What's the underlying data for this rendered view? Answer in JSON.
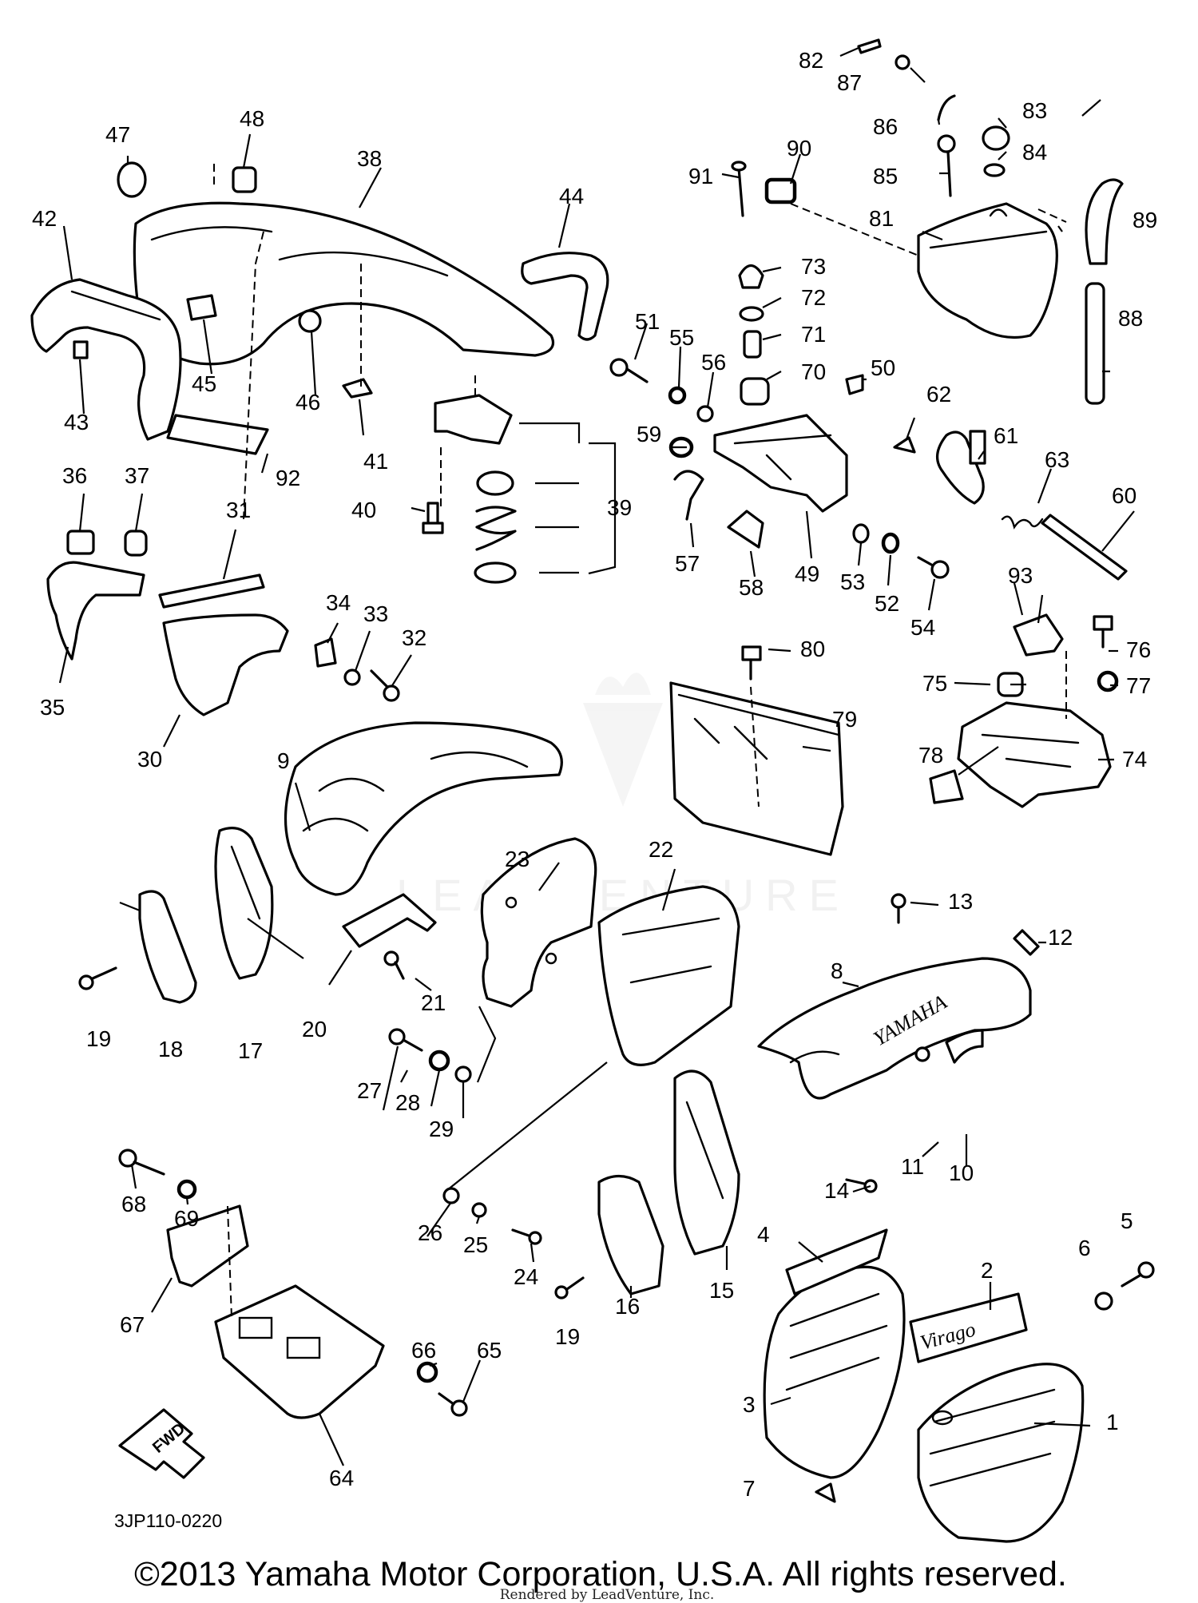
{
  "diagram_code": "3JP110-0220",
  "copyright": "©2013 Yamaha Motor Corporation, U.S.A. All rights reserved.",
  "rendered_by": "Rendered by LeadVenture, Inc.",
  "watermark": "LEADVENTURE",
  "fwd_label": "FWD",
  "embossed_brand": "YAMAHA",
  "emblem_text": "Virago",
  "callouts": [
    {
      "id": "c1",
      "label": "1"
    },
    {
      "id": "c2",
      "label": "2"
    },
    {
      "id": "c3",
      "label": "3"
    },
    {
      "id": "c4",
      "label": "4"
    },
    {
      "id": "c5",
      "label": "5"
    },
    {
      "id": "c6",
      "label": "6"
    },
    {
      "id": "c7",
      "label": "7"
    },
    {
      "id": "c8",
      "label": "8"
    },
    {
      "id": "c9",
      "label": "9"
    },
    {
      "id": "c10",
      "label": "10"
    },
    {
      "id": "c11",
      "label": "11"
    },
    {
      "id": "c12",
      "label": "12"
    },
    {
      "id": "c13",
      "label": "13"
    },
    {
      "id": "c14",
      "label": "14"
    },
    {
      "id": "c15",
      "label": "15"
    },
    {
      "id": "c16",
      "label": "16"
    },
    {
      "id": "c17",
      "label": "17"
    },
    {
      "id": "c18",
      "label": "18"
    },
    {
      "id": "c19a",
      "label": "19"
    },
    {
      "id": "c19b",
      "label": "19"
    },
    {
      "id": "c20",
      "label": "20"
    },
    {
      "id": "c21",
      "label": "21"
    },
    {
      "id": "c22",
      "label": "22"
    },
    {
      "id": "c23",
      "label": "23"
    },
    {
      "id": "c24",
      "label": "24"
    },
    {
      "id": "c25",
      "label": "25"
    },
    {
      "id": "c26",
      "label": "26"
    },
    {
      "id": "c27",
      "label": "27"
    },
    {
      "id": "c28",
      "label": "28"
    },
    {
      "id": "c29",
      "label": "29"
    },
    {
      "id": "c30",
      "label": "30"
    },
    {
      "id": "c31",
      "label": "31"
    },
    {
      "id": "c32",
      "label": "32"
    },
    {
      "id": "c33",
      "label": "33"
    },
    {
      "id": "c34",
      "label": "34"
    },
    {
      "id": "c35",
      "label": "35"
    },
    {
      "id": "c36",
      "label": "36"
    },
    {
      "id": "c37",
      "label": "37"
    },
    {
      "id": "c38",
      "label": "38"
    },
    {
      "id": "c39",
      "label": "39"
    },
    {
      "id": "c40",
      "label": "40"
    },
    {
      "id": "c41",
      "label": "41"
    },
    {
      "id": "c42",
      "label": "42"
    },
    {
      "id": "c43",
      "label": "43"
    },
    {
      "id": "c44",
      "label": "44"
    },
    {
      "id": "c45",
      "label": "45"
    },
    {
      "id": "c46",
      "label": "46"
    },
    {
      "id": "c47",
      "label": "47"
    },
    {
      "id": "c48",
      "label": "48"
    },
    {
      "id": "c49",
      "label": "49"
    },
    {
      "id": "c50",
      "label": "50"
    },
    {
      "id": "c51",
      "label": "51"
    },
    {
      "id": "c52",
      "label": "52"
    },
    {
      "id": "c53",
      "label": "53"
    },
    {
      "id": "c54",
      "label": "54"
    },
    {
      "id": "c55",
      "label": "55"
    },
    {
      "id": "c56",
      "label": "56"
    },
    {
      "id": "c57",
      "label": "57"
    },
    {
      "id": "c58",
      "label": "58"
    },
    {
      "id": "c59",
      "label": "59"
    },
    {
      "id": "c60",
      "label": "60"
    },
    {
      "id": "c61",
      "label": "61"
    },
    {
      "id": "c62",
      "label": "62"
    },
    {
      "id": "c63",
      "label": "63"
    },
    {
      "id": "c64",
      "label": "64"
    },
    {
      "id": "c65",
      "label": "65"
    },
    {
      "id": "c66",
      "label": "66"
    },
    {
      "id": "c67",
      "label": "67"
    },
    {
      "id": "c68",
      "label": "68"
    },
    {
      "id": "c69",
      "label": "69"
    },
    {
      "id": "c70",
      "label": "70"
    },
    {
      "id": "c71",
      "label": "71"
    },
    {
      "id": "c72",
      "label": "72"
    },
    {
      "id": "c73",
      "label": "73"
    },
    {
      "id": "c74",
      "label": "74"
    },
    {
      "id": "c75",
      "label": "75"
    },
    {
      "id": "c76",
      "label": "76"
    },
    {
      "id": "c77",
      "label": "77"
    },
    {
      "id": "c78",
      "label": "78"
    },
    {
      "id": "c79",
      "label": "79"
    },
    {
      "id": "c80",
      "label": "80"
    },
    {
      "id": "c81",
      "label": "81"
    },
    {
      "id": "c82",
      "label": "82"
    },
    {
      "id": "c83",
      "label": "83"
    },
    {
      "id": "c84",
      "label": "84"
    },
    {
      "id": "c85",
      "label": "85"
    },
    {
      "id": "c86",
      "label": "86"
    },
    {
      "id": "c87",
      "label": "87"
    },
    {
      "id": "c88",
      "label": "88"
    },
    {
      "id": "c89",
      "label": "89"
    },
    {
      "id": "c90",
      "label": "90"
    },
    {
      "id": "c91",
      "label": "91"
    },
    {
      "id": "c92",
      "label": "92"
    },
    {
      "id": "c93",
      "label": "93"
    }
  ]
}
